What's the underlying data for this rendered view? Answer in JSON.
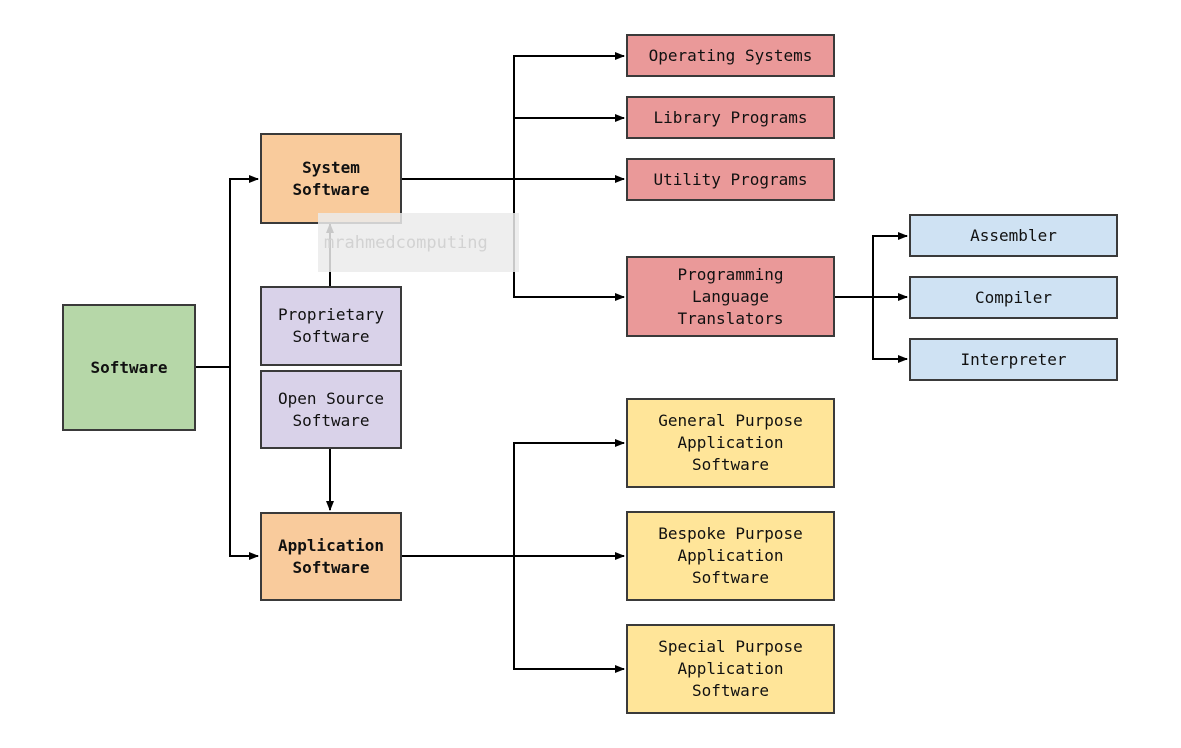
{
  "nodes": {
    "software": "Software",
    "system_software": "System\nSoftware",
    "application_software": "Application\nSoftware",
    "proprietary_software": "Proprietary\nSoftware",
    "open_source_software": "Open Source\nSoftware",
    "operating_systems": "Operating Systems",
    "library_programs": "Library Programs",
    "utility_programs": "Utility Programs",
    "programming_language_translators": "Programming\nLanguage\nTranslators",
    "assembler": "Assembler",
    "compiler": "Compiler",
    "interpreter": "Interpreter",
    "general_purpose": "General Purpose\nApplication\nSoftware",
    "bespoke_purpose": "Bespoke Purpose\nApplication\nSoftware",
    "special_purpose": "Special Purpose\nApplication\nSoftware"
  },
  "watermark": "mrahmedcomputing",
  "colors": {
    "root": "#b6d7a8",
    "category": "#f9cb9c",
    "licence": "#d9d2e9",
    "system_item": "#ea9999",
    "translator_item": "#cfe2f3",
    "application_item": "#ffe599"
  }
}
